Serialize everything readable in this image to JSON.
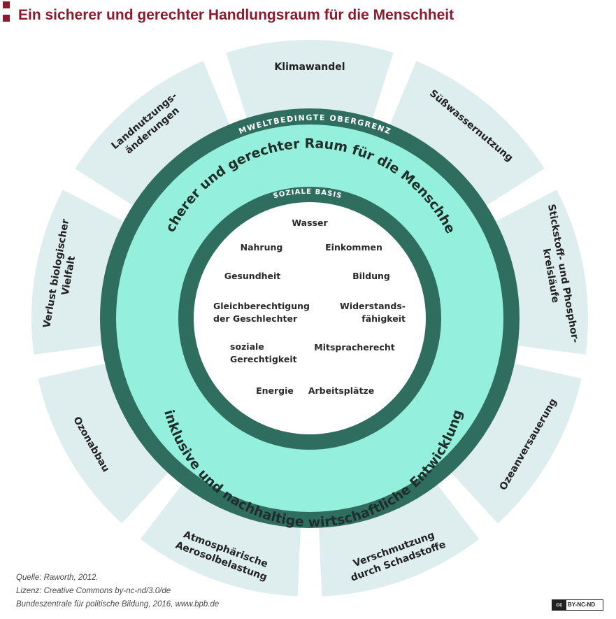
{
  "title": "Ein sicherer und gerechter Handlungsraum für die Menschheit",
  "outer_ring_label": "UMWELTBEDINGTE OBERGRENZE",
  "inner_ring_label": "SOZIALE BASIS",
  "band_top_text": "sicherer und gerechter Raum für die Menschheit",
  "band_bottom_text": "inklusive und nachhaltige wirtschaftliche Entwicklung",
  "planetary_boundaries": [
    {
      "label": [
        "Klimawandel"
      ]
    },
    {
      "label": [
        "Süßwassernutzung"
      ]
    },
    {
      "label": [
        "Stickstoff- und Phosphor-",
        "kreisläufe"
      ]
    },
    {
      "label": [
        "Ozeanversauerung"
      ]
    },
    {
      "label": [
        "Verschmutzung",
        "durch Schadstoffe"
      ]
    },
    {
      "label": [
        "Atmosphärische",
        "Aerosolbelastung"
      ]
    },
    {
      "label": [
        "Ozonabbau"
      ]
    },
    {
      "label": [
        "Verlust biologischer",
        "Vielfalt"
      ]
    },
    {
      "label": [
        "Landnutzungs-",
        "änderungen"
      ]
    }
  ],
  "social_foundation": [
    {
      "label": [
        "Wasser"
      ]
    },
    {
      "label": [
        "Nahrung"
      ]
    },
    {
      "label": [
        "Einkommen"
      ]
    },
    {
      "label": [
        "Gesundheit"
      ]
    },
    {
      "label": [
        "Bildung"
      ]
    },
    {
      "label": [
        "Gleichberechtigung",
        "der Geschlechter"
      ]
    },
    {
      "label": [
        "Widerstands-",
        "fähigkeit"
      ]
    },
    {
      "label": [
        "soziale",
        "Gerechtigkeit"
      ]
    },
    {
      "label": [
        "Mitspracherecht"
      ]
    },
    {
      "label": [
        "Energie"
      ]
    },
    {
      "label": [
        "Arbeitsplätze"
      ]
    }
  ],
  "source": {
    "line1": "Quelle: Raworth, 2012.",
    "line2": "Lizenz: Creative Commons by-nc-nd/3.0/de",
    "line3": "Bundeszentrale für politische Bildung, 2016, www.bpb.de"
  },
  "license_badge": {
    "icon": "cc",
    "text": "BY-NC-ND"
  },
  "colors": {
    "title": "#8b1a2c",
    "segment": "#deedee",
    "dark_ring": "#2f6e5f",
    "band": "#94f0dc",
    "center": "#ffffff"
  }
}
